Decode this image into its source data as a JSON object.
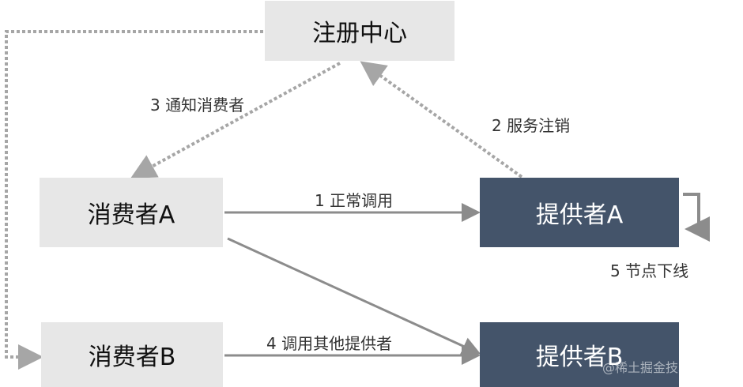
{
  "nodes": {
    "registry": "注册中心",
    "consumer_a": "消费者A",
    "consumer_b": "消费者B",
    "provider_a": "提供者A",
    "provider_b": "提供者B"
  },
  "edges": {
    "normal_call": "1 正常调用",
    "service_deregister": "2 服务注销",
    "notify_consumer": "3 通知消费者",
    "call_other_provider": "4 调用其他提供者",
    "node_offline": "5 节点下线"
  },
  "watermark": "@稀土掘金技术社区",
  "colors": {
    "light_box": "#e7e7e7",
    "dark_box": "#44546a",
    "solid_arrow": "#8c8c8c",
    "dotted_arrow": "#a6a6a6"
  }
}
